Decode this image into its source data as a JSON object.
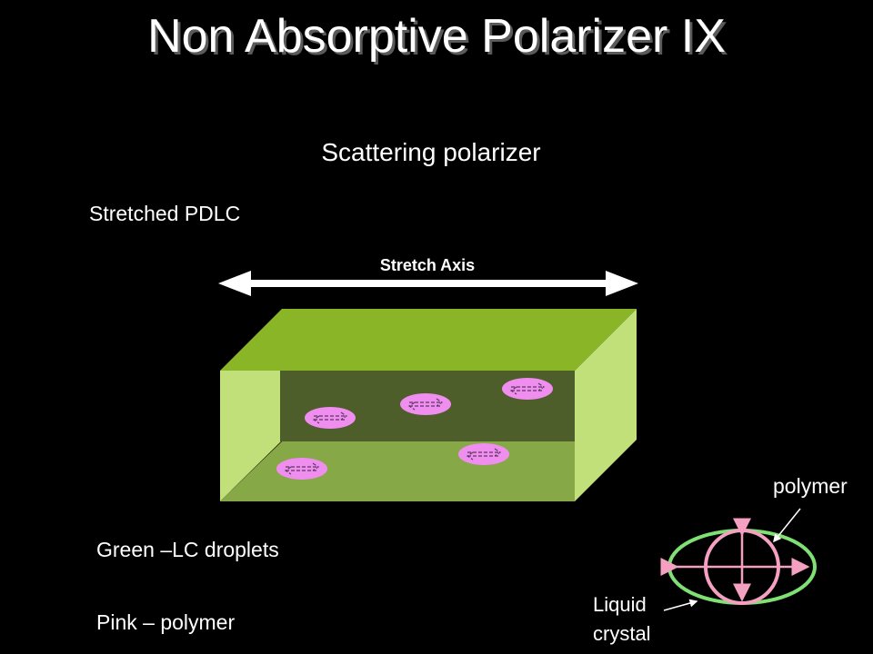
{
  "slide": {
    "title": "Non Absorptive Polarizer IX",
    "subtitle": "Scattering polarizer",
    "left_labels": {
      "stretched": "Stretched PDLC",
      "green": "Green –LC droplets",
      "pink": "Pink – polymer"
    }
  },
  "diagram": {
    "stretch_axis": "Stretch Axis",
    "polymer_label": "polymer",
    "liquid_crystal_lines": [
      "Liquid",
      "crystal"
    ]
  },
  "colors": {
    "background": "#000000",
    "box_top": "#8ab526",
    "box_front": "#c2e07a",
    "box_right": "#c2e07a",
    "box_inner_back": "#4d5e2a",
    "box_inner_floor": "#86a846",
    "droplet_pink": "#f08ef0",
    "ellipse_green": "#7fe073",
    "circle_pink": "#f5a0c0"
  }
}
